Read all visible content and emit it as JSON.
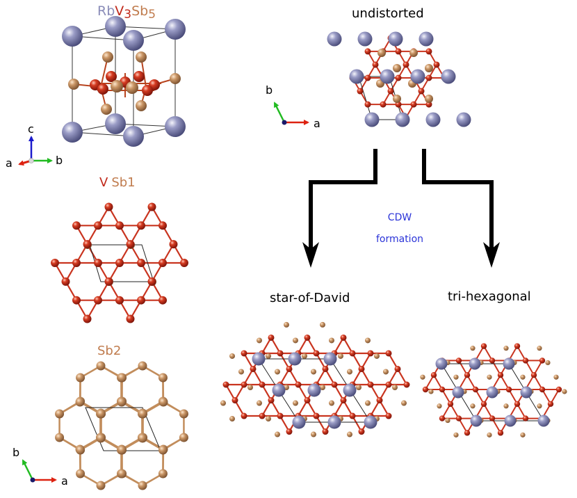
{
  "panels": {
    "formula": {
      "p1": "Rb",
      "p2": "V",
      "p3": "3",
      "p4": "Sb",
      "p5": "5"
    },
    "v_sb1": {
      "v": "V",
      "sb1": "Sb1"
    },
    "sb2": {
      "title": "Sb2"
    },
    "undistorted": {
      "title": "undistorted"
    },
    "cdw": {
      "line1": "CDW",
      "line2": "formation"
    },
    "star_of_david": {
      "title": "star-of-David"
    },
    "tri_hexagonal": {
      "title": "tri-hexagonal"
    }
  },
  "axes": {
    "abc": {
      "a": "a",
      "b": "b",
      "c": "c"
    },
    "ab_top": {
      "a": "a",
      "b": "b"
    },
    "ab_bottom": {
      "a": "a",
      "b": "b"
    }
  },
  "colors": {
    "rb": "#7f82ad",
    "v": "#c9341f",
    "sb": "#c28d5c",
    "text_blue": "#2a33d8",
    "formula_rb": "#8a8cb8",
    "formula_v": "#c0281a",
    "formula_sb": "#c07c4e",
    "axis_red": "#dd2211",
    "axis_green": "#22bb22",
    "axis_blue": "#1a1acc",
    "arrow": "#000000"
  }
}
